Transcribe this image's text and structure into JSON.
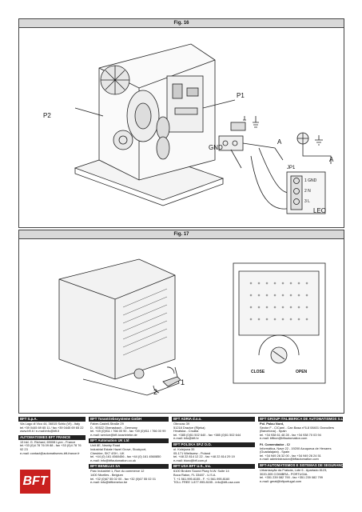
{
  "figures": {
    "fig16": {
      "title": "Fig. 16",
      "labels": {
        "p1": "P1",
        "p2": "P2",
        "gnd": "GND",
        "a1": "A",
        "a2": "A",
        "jp1": "JP1",
        "terminal1": "1 GND",
        "terminal2": "2 N",
        "terminal3": "3 L",
        "leo": "LEO"
      }
    },
    "fig17": {
      "title": "Fig. 17",
      "labels": {
        "n1": "1",
        "n2": "2",
        "close": "CLOSE",
        "open": "OPEN"
      }
    }
  },
  "footer": {
    "columns": [
      {
        "header": "BFT S.p.A.",
        "entries": [
          {
            "name": "",
            "lines": [
              "Via Lago di Vico 44, 36015 Schio (VI) - Italy",
              "tel.+39 0445 69 65 11 / fax.+39 0445 69 65 22",
              "www.bft.it / e-mail:info@bft.it"
            ]
          }
        ],
        "header2": "AUTOMATISMES BFT FRANCE",
        "entries2": [
          {
            "name": "",
            "lines": [
              "13 bld. G. Richard, 69008 Lyon - France",
              "tel.+33 (0)4 78 76 09 88 - fax +33 (0)4 78 76 92 23",
              "e-mail: contact@automatismes-bft-france.fr"
            ]
          }
        ]
      },
      {
        "header": "BFT Torantriebssysteme GmbH",
        "entries": [
          {
            "name": "",
            "lines": [
              "Faber-Castell-Straße 29",
              "D - 90522 Oberasbach - Germany",
              "tel. +49 (0)911 / 766 00 90 - fax +49 (0)911 / 766 00 99",
              "e-mail: service@bft-torantriebe.de"
            ]
          }
        ],
        "header2": "BFT Automation UK Ltd",
        "entries2": [
          {
            "name": "",
            "lines": [
              "Unit 8E, Newby Road",
              "Industrial Estate Hazel Grove, Stockport,",
              "Cheshire, SK7 4SH - UK",
              "tel. +44 (0) 161 4560456 - fax +44 (0) 161 4560850",
              "e-mail: info@bftautomation.co.uk"
            ]
          }
        ],
        "header3": "BFT BENELUX SA",
        "entries3": [
          {
            "name": "",
            "lines": [
              "Parc Industriel 1, Rue du commerce 12",
              "1400 Nivelles - Belgium",
              "tel. +32 (0)67 55 02 00 - fax +32 (0)67 55 02 01",
              "e-mail: info@bftbenelux.be"
            ]
          }
        ]
      },
      {
        "header": "BFT ADRIA d.o.o.",
        "entries": [
          {
            "name": "",
            "lines": [
              "Obrovac 39",
              "51218 Drazice (Rijeka)",
              "Hrvatska - Croatia",
              "tel. +385 (0)51 502 640 - fax +385 (0)51 502 644",
              "e-mail: info@bft.hr"
            ]
          }
        ],
        "header2": "BFT POLSKA SP.Z O.O.",
        "entries2": [
          {
            "name": "",
            "lines": [
              "ul. Kolejowa 35",
              "05-171 Wieliszew - Poland",
              "tel. +48 22 814 12 22 - fax +48 22 814 29 19",
              "e-mail: biuro@bft.com.pl"
            ]
          }
        ],
        "header3": "BFT USA BFT U.S., Inc.",
        "entries3": [
          {
            "name": "",
            "lines": [
              "6100 Broken Sound Pkwy N.W. Suite 14",
              "Boca Raton, FL 33487 - U.S.A.",
              "T. +1 561.995.8155 - F. +1 561.995.8160",
              "TOLL FREE 1.877.995.8155 - info@bft-usa.com"
            ]
          }
        ]
      },
      {
        "header": "BFT GROUP ITALIBERICA DE AUTOMATISMOS S.L.",
        "entries": [
          {
            "name": "Pol. Palou Nord,",
            "lines": [
              "Sector F - C/Cami - Can Basa n°6-8 08401 Granollers",
              "(Barcelona) - Spain",
              "tel. +34 938 61 48 28 - fax +34 938 70 03 94",
              "e-mail: bftbcn@bftautomation.com"
            ]
          },
          {
            "name": "P.I. Comendador - C/",
            "lines": [
              "Informática, Nave 22 - 19200 Azuqueca de Henares",
              "(Guadalajara) - Spain",
              "tel. +34 949 26 32 00 - fax +34 949 26 24 51",
              "e-mail: administracion@bftautomation.com"
            ]
          }
        ],
        "header2": "BFT-AUTOMATISMOS E SISTEMAS DE SEGURANÇA",
        "entries2": [
          {
            "name": "",
            "lines": [
              "Urbanização da Fraluda, Lote 6 - Apartado 8123,",
              "3020-305 COIMBRA - PORTUGAL",
              "tel. +351 239 082 790 - fax +351 239 082 799",
              "e-mail: geral@bftportugal.com"
            ]
          }
        ]
      }
    ],
    "logo_text": "BFT"
  }
}
